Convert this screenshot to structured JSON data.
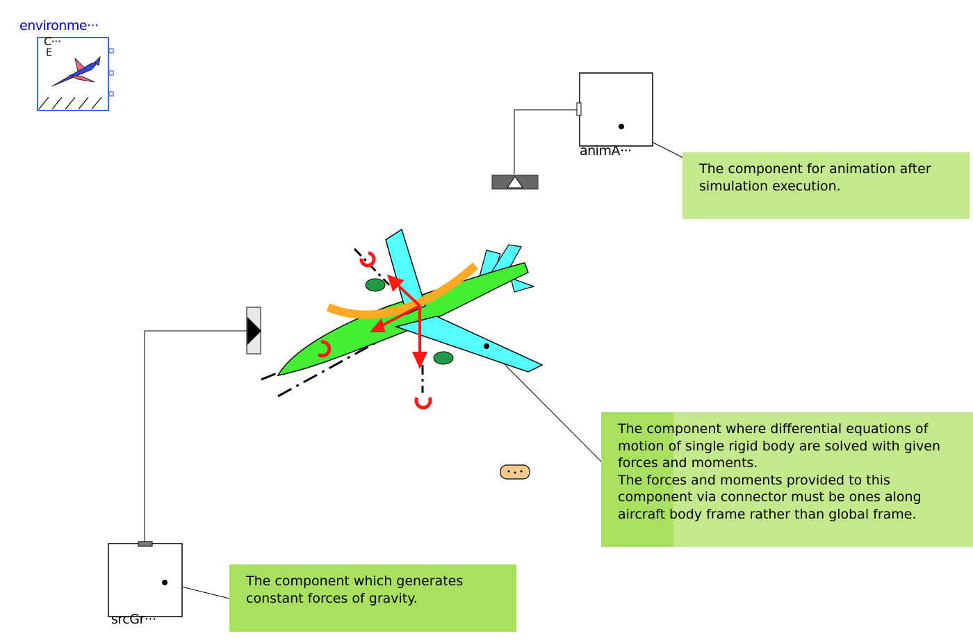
{
  "components": {
    "environment": {
      "label": "environme···",
      "inner_text_1": "C···",
      "inner_text_2": "E"
    },
    "anim": {
      "label": "animA···"
    },
    "src_gravity": {
      "label": "srcGr···"
    }
  },
  "notes": {
    "anim_note": {
      "lines": [
        "The component for animation after",
        "simulation execution."
      ]
    },
    "rigid_body_note": {
      "lines": [
        "The component where differential equations of",
        "motion of single rigid body are solved with given",
        "forces and moments.",
        "The forces and moments provided to this",
        "component via connector must be ones along",
        "aircraft body frame rather than global frame."
      ]
    },
    "gravity_note": {
      "lines": [
        "The component which generates",
        "constant forces of gravity."
      ]
    }
  },
  "colors": {
    "note_bg": "#c4e98c",
    "note_bg_dark": "#a9e060",
    "aircraft_body": "#44ee33",
    "aircraft_wing": "#55ffff",
    "force_arrow": "#ff1a1a",
    "moment_arc": "#ffaa22",
    "env_border": "#3366ff",
    "env_label": "#0000ee"
  },
  "icons": [
    "aircraft-icon",
    "jet-icon",
    "ground-fixed-icon",
    "input-port-icon",
    "small-connector-icon"
  ]
}
